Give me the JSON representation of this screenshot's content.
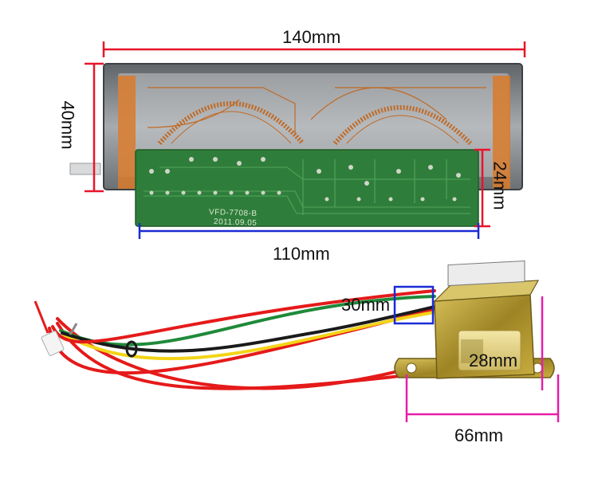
{
  "dimensions": {
    "display_width": "140mm",
    "display_height": "40mm",
    "board_height": "24mm",
    "board_width": "110mm",
    "transformer_depth": "30mm",
    "transformer_height": "28mm",
    "transformer_width": "66mm"
  },
  "board_markings": {
    "model": "VFD-7708-B",
    "date": "2011.09.05"
  },
  "colors": {
    "dim_red": "#e8142a",
    "dim_blue": "#1a2bd6",
    "dim_magenta": "#e61ea8",
    "pcb_green": "#2f7d3a",
    "vfd_glass": "#8a8f93",
    "wire_red": "#e51a1a",
    "wire_green": "#1f8a3a",
    "wire_yellow": "#f3d417",
    "wire_black": "#1a1a1a",
    "transformer_core": "#b59a2e",
    "transformer_coil": "#e8d48a"
  },
  "icons": {
    "display_module": "vfd-level-meter-icon",
    "transformer": "power-transformer-icon",
    "connector": "jst-connector-icon"
  }
}
